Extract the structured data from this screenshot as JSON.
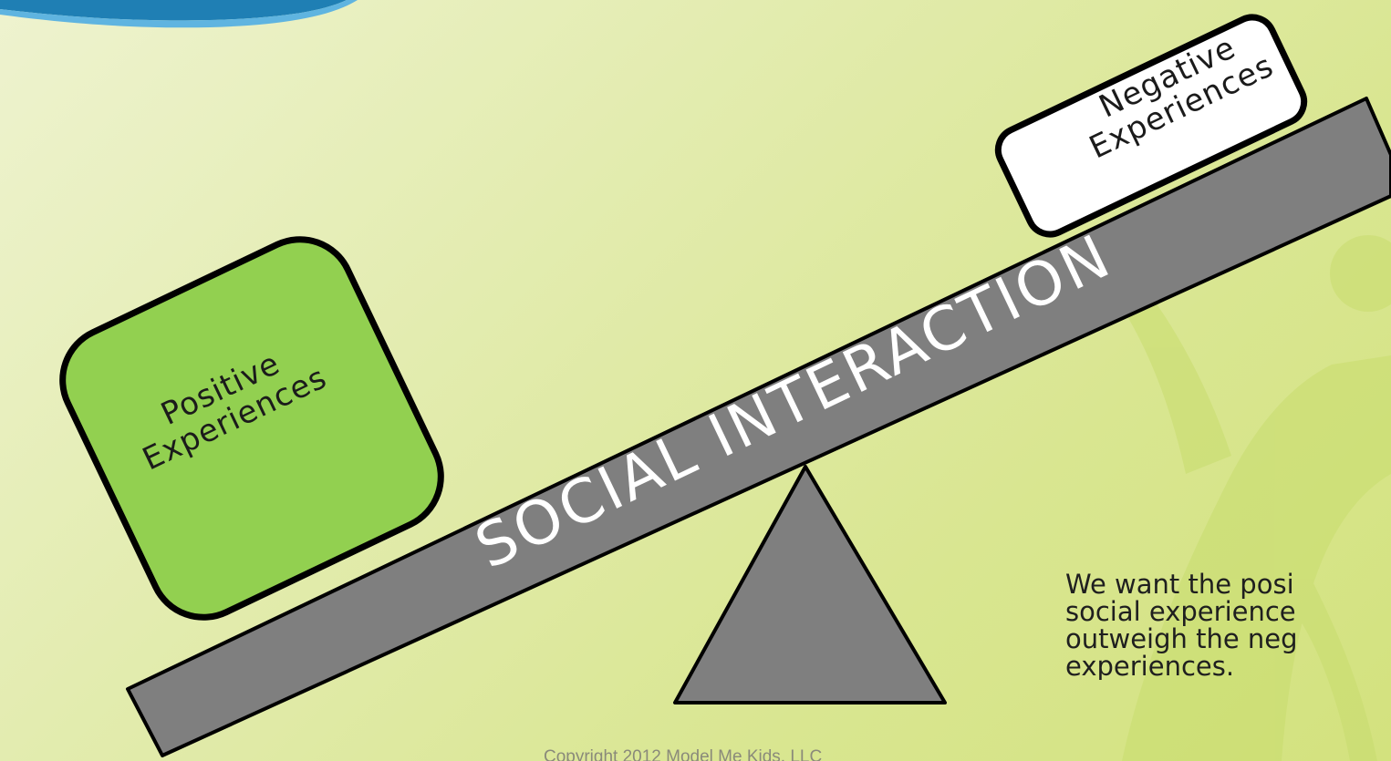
{
  "slide": {
    "positive_box": {
      "line1": "Positive",
      "line2": "Experiences",
      "color": "#92d050"
    },
    "negative_box": {
      "line1": "Negative",
      "line2": "Experiences",
      "color": "#ffffff"
    },
    "beam": {
      "label": "SOCIAL INTERACTION",
      "color": "#7f7f7f"
    },
    "fulcrum": {
      "color": "#7f7f7f"
    },
    "caption": {
      "line1": "We want the posi",
      "line2": "social experience",
      "line3": "outweigh the neg",
      "line4": "experiences."
    },
    "copyright": "Copyright 2012 Model Me Kids, LLC"
  }
}
